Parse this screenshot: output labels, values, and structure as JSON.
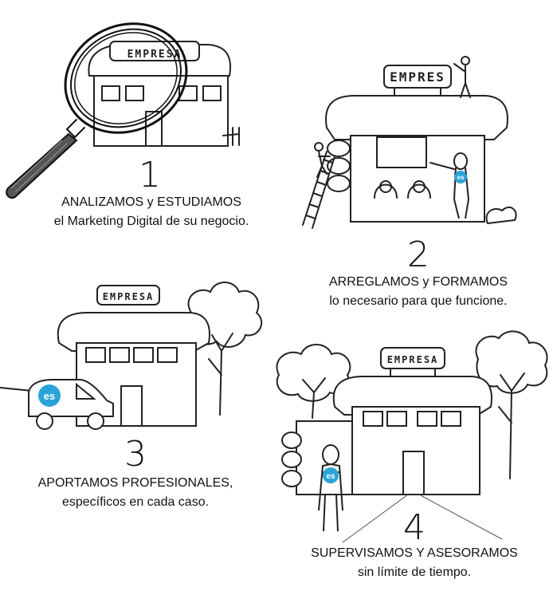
{
  "steps": [
    {
      "number": "1",
      "line1": "ANALIZAMOS y ESTUDIAMOS",
      "line2": "el Marketing Digital de su negocio."
    },
    {
      "number": "2",
      "line1": "ARREGLAMOS y FORMAMOS",
      "line2": "lo necesario para que funcione."
    },
    {
      "number": "3",
      "line1": "APORTAMOS PROFESIONALES,",
      "line2": "específicos en cada caso."
    },
    {
      "number": "4",
      "line1": "SUPERVISAMOS Y ASESORAMOS",
      "line2": "sin límite de tiempo."
    }
  ],
  "signs": {
    "building1": "EMPRESA",
    "building2": "EMPRES",
    "building3": "EMPRESA",
    "building4": "EMPRESA"
  },
  "badge_text": "es",
  "colors": {
    "badge": "#2aa3d8",
    "ink": "#111111",
    "line": "#333333"
  }
}
